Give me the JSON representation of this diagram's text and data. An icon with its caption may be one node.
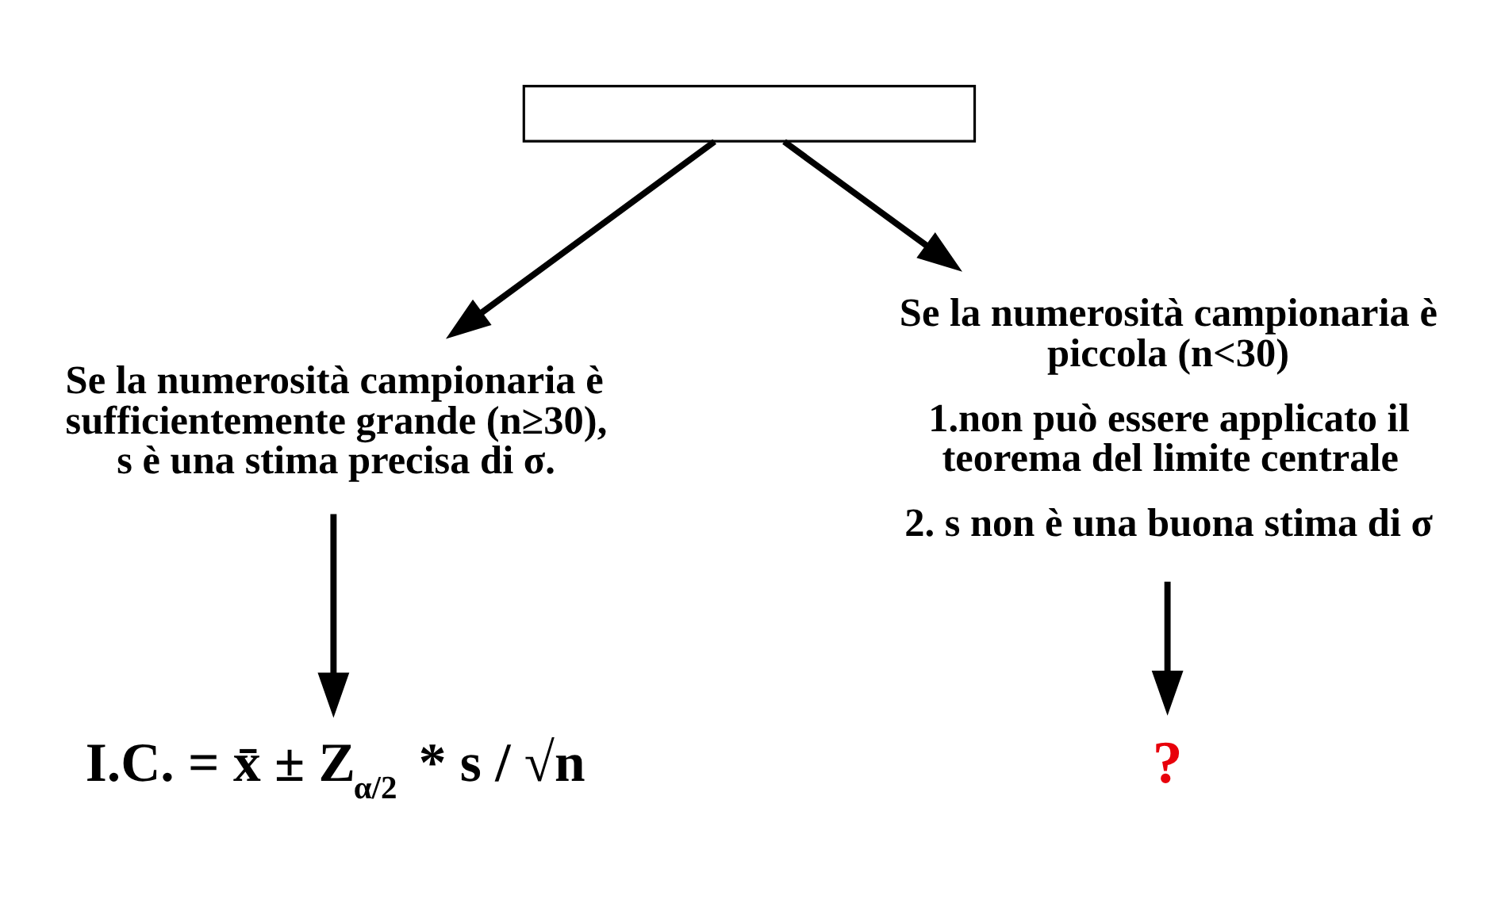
{
  "diagram": {
    "nodes": [
      {
        "text": [],
        "shape": "box"
      },
      {
        "text": [
          "Se la numerosità campionaria è sufficientemente grande (n≥30), s è una stima precisa di σ."
        ]
      },
      {
        "text": [
          "Se la numerosità campionaria è piccola (n<30)",
          "1.non può essere applicato il teorema del limite centrale",
          "2. s non è una buona stima di σ"
        ]
      },
      {
        "text": [
          "I.C. = x̄ ± Z$_{α/2}$ * s / √n"
        ]
      },
      {
        "text": [
          "?"
        ]
      }
    ],
    "edges": [
      {
        "from": 0,
        "to": 1,
        "arrow": "to"
      },
      {
        "from": 0,
        "to": 2,
        "arrow": "to"
      },
      {
        "from": 1,
        "to": 3,
        "arrow": "to"
      },
      {
        "from": 2,
        "to": 4,
        "arrow": "to"
      }
    ]
  }
}
